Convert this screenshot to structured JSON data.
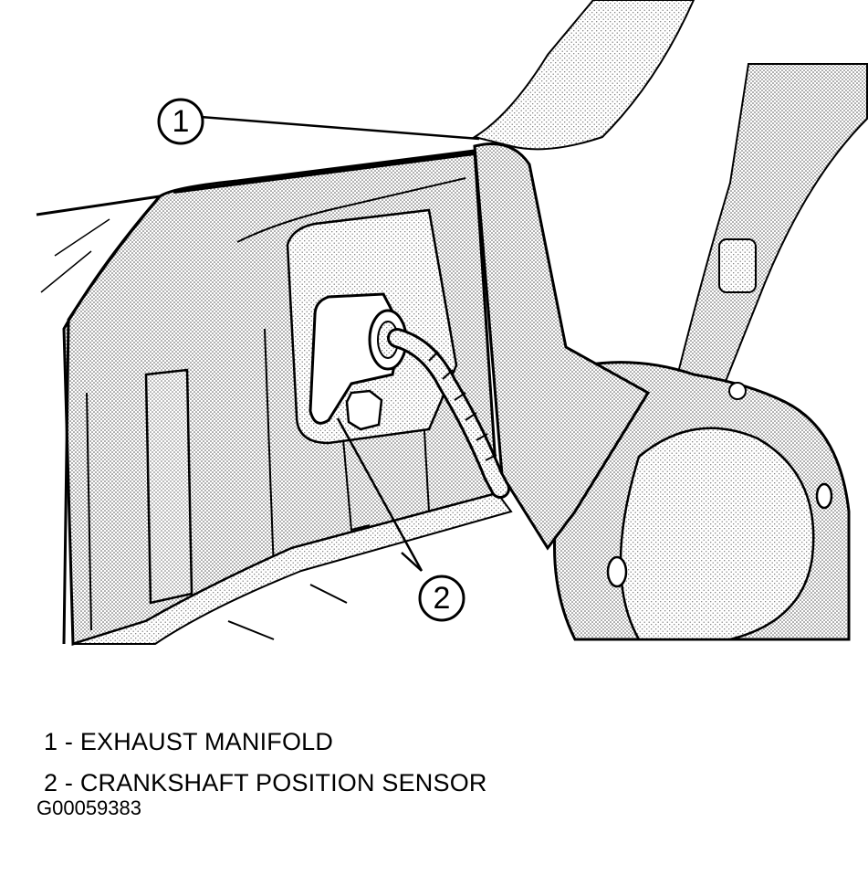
{
  "callouts": [
    {
      "number": "1"
    },
    {
      "number": "2"
    }
  ],
  "legend": [
    {
      "number": "1",
      "label": "EXHAUST MANIFOLD"
    },
    {
      "number": "2",
      "label": "CRANKSHAFT POSITION SENSOR"
    }
  ],
  "figure_id": "G00059383"
}
